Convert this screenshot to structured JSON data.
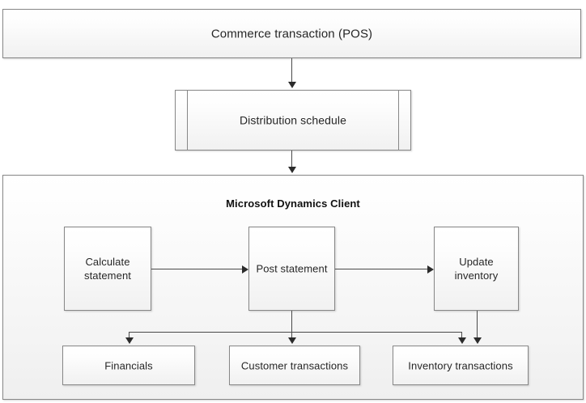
{
  "diagram": {
    "title": "Commerce transaction (POS) distribution and posting flow",
    "colors": {
      "shape_border": "#878787",
      "connector": "#4a4a4a",
      "arrow_head": "#2b2b2b",
      "text": "#262626",
      "container_background_top": "#ffffff",
      "container_background_bottom": "#efefef"
    },
    "source_node": {
      "label": "Commerce transaction (POS)",
      "shape": "rectangle"
    },
    "schedule_node": {
      "label": "Distribution schedule",
      "shape": "predefined-process"
    },
    "container": {
      "label": "Microsoft Dynamics Client",
      "shape": "rectangle"
    },
    "process_nodes": [
      {
        "id": "calculate-statement",
        "label": "Calculate\nstatement",
        "shape": "rectangle"
      },
      {
        "id": "post-statement",
        "label": "Post statement",
        "shape": "rectangle"
      },
      {
        "id": "update-inventory",
        "label": "Update\ninventory",
        "shape": "rectangle"
      }
    ],
    "output_nodes": [
      {
        "id": "financials",
        "label": "Financials",
        "shape": "rectangle"
      },
      {
        "id": "customer-transactions",
        "label": "Customer transactions",
        "shape": "rectangle"
      },
      {
        "id": "inventory-transactions",
        "label": "Inventory transactions",
        "shape": "rectangle"
      }
    ],
    "edges": [
      {
        "from": "Commerce transaction (POS)",
        "to": "Distribution schedule",
        "direction": "down"
      },
      {
        "from": "Distribution schedule",
        "to": "Microsoft Dynamics Client",
        "direction": "down"
      },
      {
        "from": "Calculate statement",
        "to": "Post statement",
        "direction": "right"
      },
      {
        "from": "Post statement",
        "to": "Update inventory",
        "direction": "right"
      },
      {
        "from": "Post statement",
        "to": "Financials",
        "direction": "down"
      },
      {
        "from": "Post statement",
        "to": "Customer transactions",
        "direction": "down"
      },
      {
        "from": "Post statement",
        "to": "Inventory transactions",
        "direction": "down"
      },
      {
        "from": "Update inventory",
        "to": "Inventory transactions",
        "direction": "down"
      }
    ]
  }
}
